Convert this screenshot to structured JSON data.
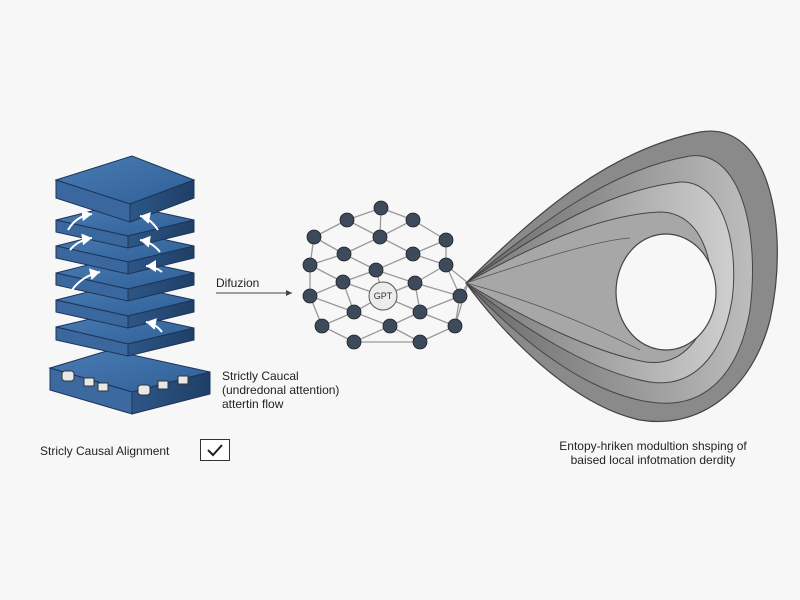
{
  "diffusion_label": "Difuzion",
  "causal_stack": {
    "line1": "Strictly Caucal",
    "line2": "(undredonal attention)",
    "line3": "attertin flow"
  },
  "alignment": {
    "label": "Stricly Causal Alignment",
    "checked": true
  },
  "network": {
    "center_label": "GPT"
  },
  "cone": {
    "line1": "Entopy-hriken modultion shsping of",
    "line2": "baised  local infotmation derdity"
  },
  "colors": {
    "block_top": "#3f6fa6",
    "block_side": "#2a4e79",
    "node": "#3c4a5c",
    "cone": "#8d8d8d"
  }
}
